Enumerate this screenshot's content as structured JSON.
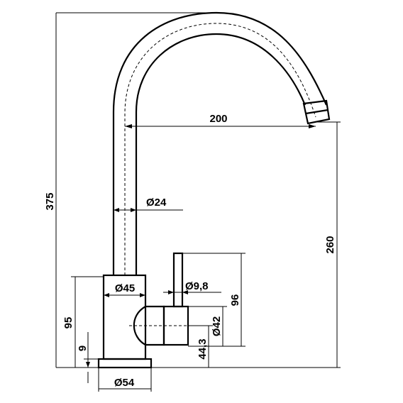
{
  "colors": {
    "line": "#000000",
    "background": "#ffffff"
  },
  "dimensions": {
    "total_height": "375",
    "spout_reach": "200",
    "spout_height": "260",
    "tube_diameter": "Ø24",
    "body_diameter": "Ø45",
    "lever_diameter": "Ø9,8",
    "handle_diameter": "Ø42",
    "body_height": "95",
    "lever_height": "96",
    "base_height": "9",
    "handle_axis_height": "44,3",
    "base_diameter": "Ø54"
  }
}
